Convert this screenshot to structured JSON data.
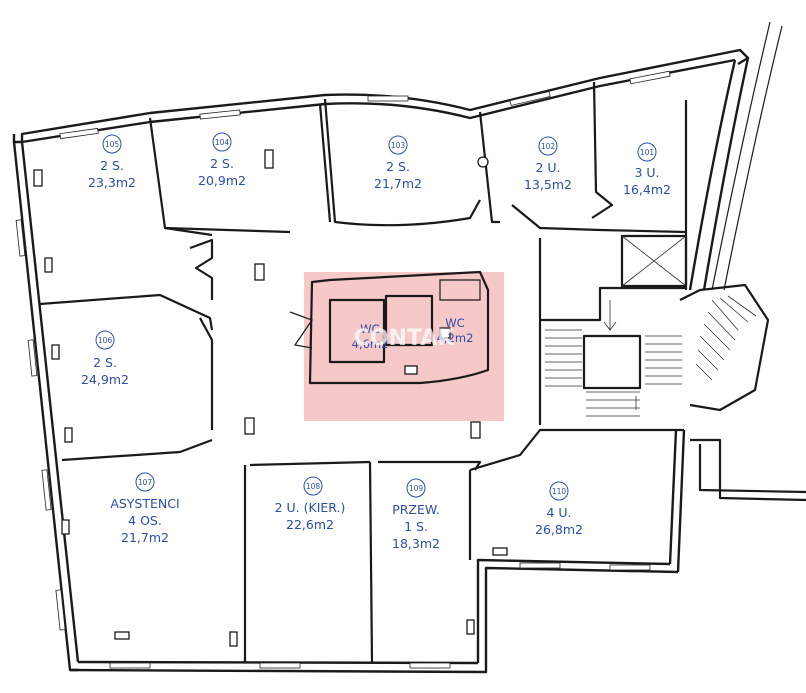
{
  "rooms": [
    {
      "id": "105",
      "l1": "2 S.",
      "l2": "23,3m2"
    },
    {
      "id": "104",
      "l1": "2 S.",
      "l2": "20,9m2"
    },
    {
      "id": "103",
      "l1": "2 S.",
      "l2": "21,7m2"
    },
    {
      "id": "102",
      "l1": "2 U.",
      "l2": "13,5m2"
    },
    {
      "id": "101",
      "l1": "3 U.",
      "l2": "16,4m2"
    },
    {
      "id": "106",
      "l1": "2 S.",
      "l2": "24,9m2"
    },
    {
      "id": "107",
      "l1": "ASYSTENCI",
      "l2": "4 OS.",
      "l3": "21,7m2"
    },
    {
      "id": "108",
      "l1": "2 U. (KIER.)",
      "l2": "22,6m2"
    },
    {
      "id": "109",
      "l1": "PRZEW.",
      "l2": "1 S.",
      "l3": "18,3m2"
    },
    {
      "id": "110",
      "l1": "4 U.",
      "l2": "26,8m2"
    }
  ],
  "wc": [
    {
      "label": "WC",
      "area": "4,6m2"
    },
    {
      "label": "WC",
      "area": "4,2m2"
    }
  ],
  "watermark": "CONTAK",
  "colors": {
    "label": "#2b4fa8",
    "highlight": "#f6c8c8",
    "walls": "#1a1a1a"
  }
}
